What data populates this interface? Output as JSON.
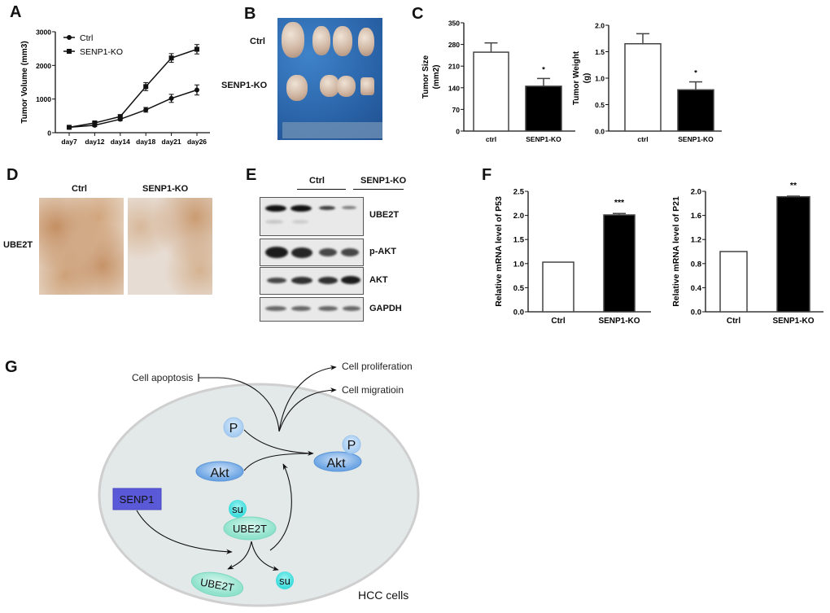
{
  "panels": {
    "A": "A",
    "B": "B",
    "C": "C",
    "D": "D",
    "E": "E",
    "F": "F",
    "G": "G"
  },
  "panel_b": {
    "row_labels": [
      "Ctrl",
      "SENP1-KO"
    ]
  },
  "panel_d": {
    "col_labels": [
      "Ctrl",
      "SENP1-KO"
    ],
    "row_label": "UBE2T"
  },
  "panel_e": {
    "group_labels": [
      "Ctrl",
      "SENP1-KO"
    ],
    "blot_labels": [
      "UBE2T",
      "p-AKT",
      "AKT",
      "GAPDH"
    ]
  },
  "diagram": {
    "apoptosis": "Cell apoptosis",
    "proliferation": "Cell proliferation",
    "migration": "Cell migratioin",
    "p": "P",
    "akt": "Akt",
    "senp1": "SENP1",
    "su": "su",
    "ube2t": "UBE2T",
    "hcc": "HCC cells",
    "colors": {
      "cell": "#e3e9e9",
      "akt": "#6ea6e4",
      "p": "#b9d8f5",
      "senp1": "#5a5ad8",
      "ube2t": "#9ee8d4",
      "su": "#4fe3e0"
    }
  },
  "chart_data": [
    {
      "id": "A",
      "type": "line",
      "title": "",
      "xlabel": "",
      "ylabel": "Tumor Volume (mm3)",
      "categories": [
        "day7",
        "day12",
        "day14",
        "day18",
        "day21",
        "day26"
      ],
      "ylim": [
        0,
        3000
      ],
      "yticks": [
        "0",
        "1000",
        "2000",
        "3000"
      ],
      "legend_position": "top-left",
      "series": [
        {
          "name": "Ctrl",
          "marker": "circle",
          "values": [
            160,
            220,
            400,
            680,
            1020,
            1270
          ],
          "errors": [
            20,
            40,
            40,
            70,
            120,
            150
          ]
        },
        {
          "name": "SENP1-KO",
          "marker": "square",
          "values": [
            160,
            290,
            480,
            1370,
            2220,
            2480
          ],
          "errors": [
            20,
            50,
            50,
            120,
            130,
            140
          ]
        }
      ]
    },
    {
      "id": "C1",
      "type": "bar",
      "ylabel": [
        "Tumor Size",
        "(mm2)"
      ],
      "categories": [
        "ctrl",
        "SENP1-KO"
      ],
      "values": [
        255,
        145
      ],
      "errors": [
        30,
        25
      ],
      "significance": [
        "",
        "*"
      ],
      "ylim": [
        0,
        350
      ],
      "yticks": [
        "0",
        "70",
        "140",
        "210",
        "280",
        "350"
      ]
    },
    {
      "id": "C2",
      "type": "bar",
      "ylabel": [
        "Tumor Weight",
        "(g)"
      ],
      "categories": [
        "ctrl",
        "SENP1-KO"
      ],
      "values": [
        1.65,
        0.78
      ],
      "errors": [
        0.19,
        0.15
      ],
      "significance": [
        "",
        "*"
      ],
      "ylim": [
        0,
        2.0
      ],
      "yticks": [
        "0.0",
        "0.5",
        "1.0",
        "1.5",
        "2.0"
      ]
    },
    {
      "id": "F1",
      "type": "bar",
      "ylabel": [
        "Relative mRNA level of P53"
      ],
      "categories": [
        "Ctrl",
        "SENP1-KO"
      ],
      "values": [
        1.03,
        2.01
      ],
      "errors": [
        0,
        0.03
      ],
      "significance": [
        "",
        "***"
      ],
      "ylim": [
        0,
        2.5
      ],
      "yticks": [
        "0.0",
        "0.5",
        "1.0",
        "1.5",
        "2.0",
        "2.5"
      ]
    },
    {
      "id": "F2",
      "type": "bar",
      "ylabel": [
        "Relative mRNA level of P21"
      ],
      "categories": [
        "Ctrl",
        "SENP1-KO"
      ],
      "values": [
        1.0,
        1.91
      ],
      "errors": [
        0,
        0.01
      ],
      "significance": [
        "",
        "**"
      ],
      "ylim": [
        0,
        2.0
      ],
      "yticks": [
        "0.0",
        "0.4",
        "0.8",
        "1.2",
        "1.6",
        "2.0"
      ]
    }
  ]
}
